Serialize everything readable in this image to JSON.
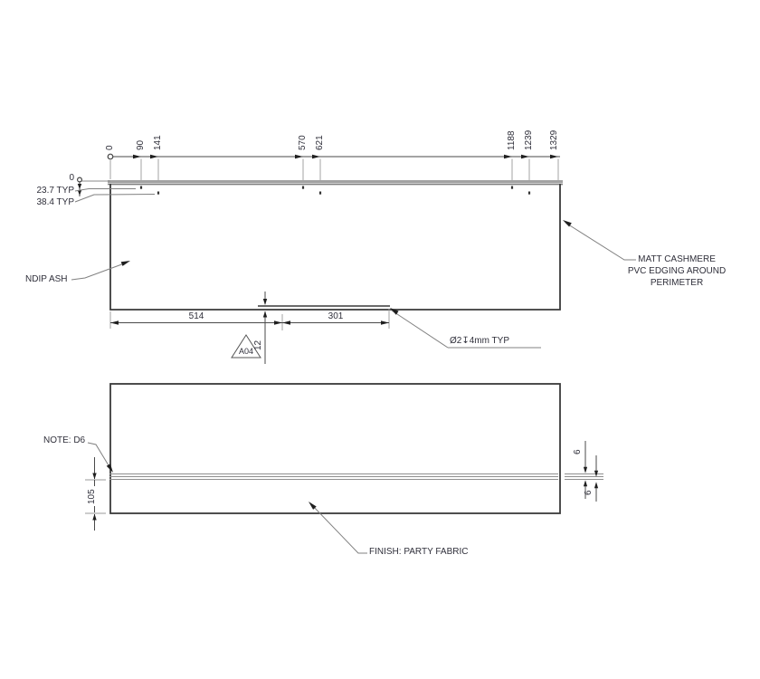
{
  "drawing": {
    "top_view": {
      "ordinate_labels": [
        "0",
        "90",
        "141",
        "570",
        "621",
        "1188",
        "1239",
        "1329"
      ],
      "offset_zero": "0",
      "offset_row1": "23.7 TYP",
      "offset_row2": "38.4 TYP",
      "material_label": "NDIP ASH",
      "edging_note_line1": "MATT CASHMERE",
      "edging_note_line2": "PVC EDGING AROUND",
      "edging_note_line3": "PERIMETER",
      "dim_left": "514",
      "dim_slot": "301",
      "dim_depth": "12",
      "detail_marker": "A04",
      "hole_callout": "Ø2↧4mm TYP"
    },
    "front_view": {
      "note_callout": "NOTE: D6",
      "dim_height": "105",
      "dim_strip_top": "6",
      "dim_strip_bottom": "6",
      "finish_callout": "FINISH: PARTY FABRIC"
    },
    "colors": {
      "line": "#3a3a3a",
      "dimension": "#4a4a4a",
      "leader": "#808080",
      "edge_band": "#a2a2a2",
      "text": "#2f2f3a",
      "background": "#ffffff"
    }
  }
}
